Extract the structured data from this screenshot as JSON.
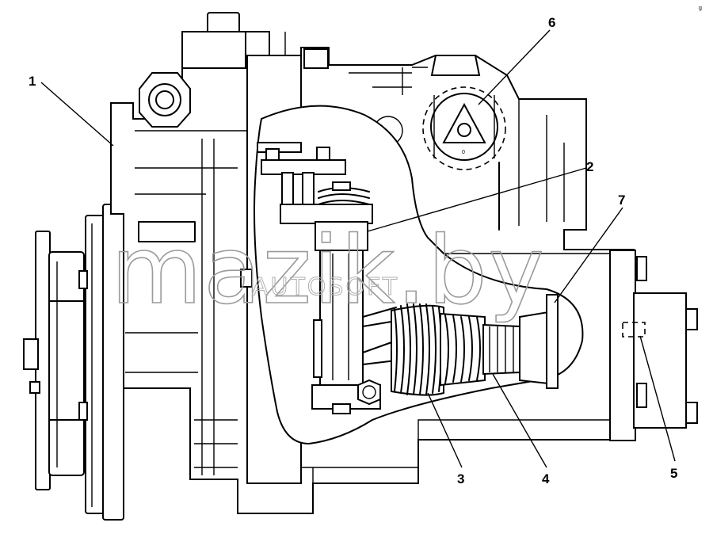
{
  "diagram": {
    "colors": {
      "ink": "#000000",
      "watermark": "#9a9a9a",
      "background": "#ffffff"
    },
    "callouts": [
      {
        "id": "1",
        "label": "1"
      },
      {
        "id": "2",
        "label": "2"
      },
      {
        "id": "3",
        "label": "3"
      },
      {
        "id": "4",
        "label": "4"
      },
      {
        "id": "5",
        "label": "5"
      },
      {
        "id": "6",
        "label": "6"
      },
      {
        "id": "7",
        "label": "7"
      }
    ],
    "watermark": {
      "text": "mazik.by",
      "subtext": "AUTOSOFT"
    },
    "corner_mark": "g"
  }
}
